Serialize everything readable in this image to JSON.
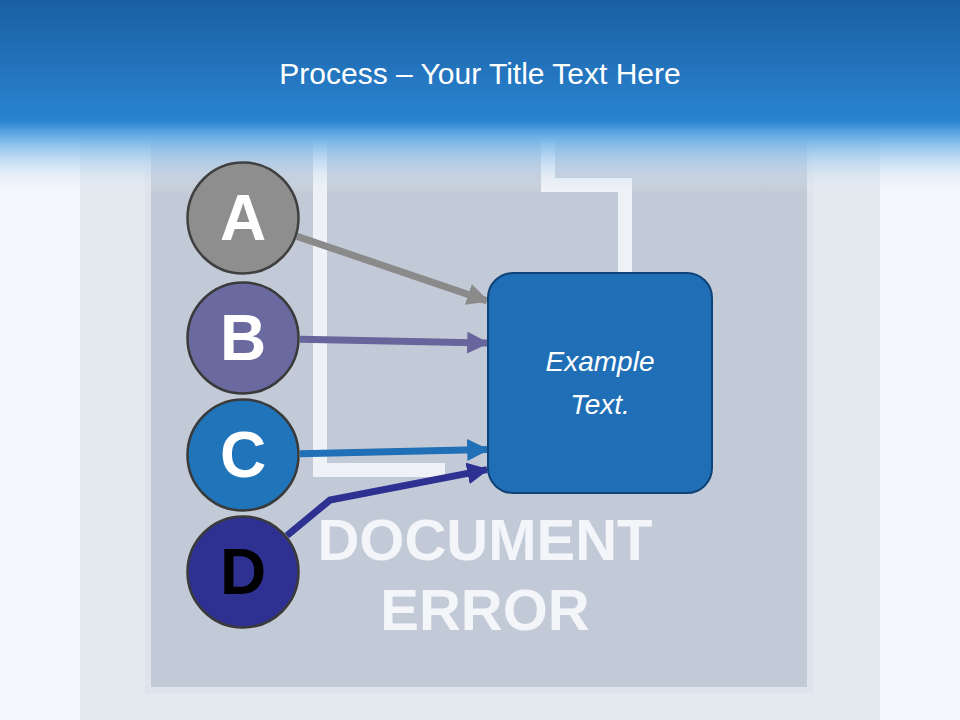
{
  "diagram": {
    "title": "Process – Your Title Text Here",
    "nodes": [
      {
        "text": [
          "A"
        ]
      },
      {
        "text": [
          "B"
        ]
      },
      {
        "text": [
          "C"
        ]
      },
      {
        "text": [
          "D"
        ]
      },
      {
        "text": [
          "Example Text."
        ]
      }
    ],
    "edges": [
      {
        "from": 0,
        "to": 4,
        "arrow": "to"
      },
      {
        "from": 1,
        "to": 4,
        "arrow": "to"
      },
      {
        "from": 2,
        "to": 4,
        "arrow": "to"
      },
      {
        "from": 3,
        "to": 4,
        "arrow": "to"
      }
    ],
    "labels": [
      "DOCUMENT ERROR"
    ]
  }
}
